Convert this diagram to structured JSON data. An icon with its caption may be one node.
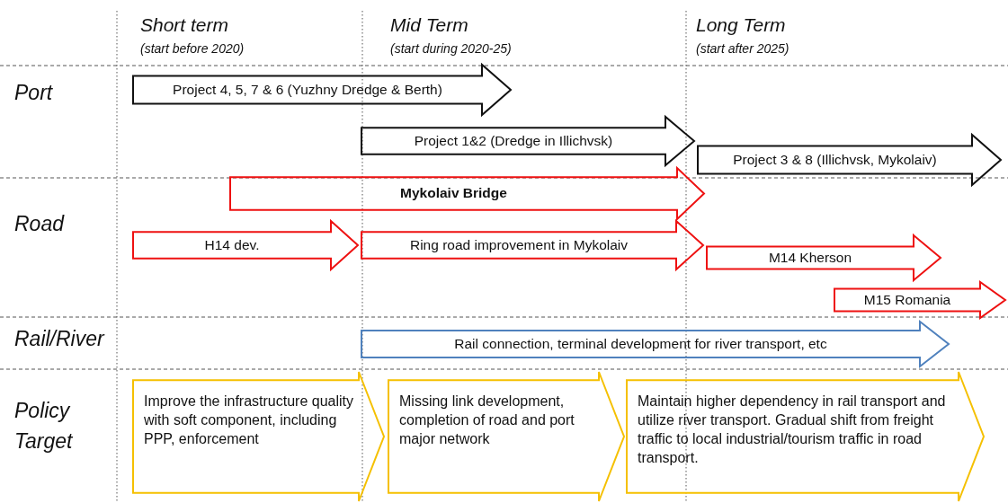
{
  "diagram": {
    "nodes": [
      {
        "text": [
          "Project 4, 5, 7 & 6 (Yuzhny Dredge & Berth)"
        ]
      },
      {
        "text": [
          "Project 1&2 (Dredge in Illichvsk)"
        ]
      },
      {
        "text": [
          "Project 3 & 8 (Illichvsk, Mykolaiv)"
        ]
      },
      {
        "text": [
          "Mykolaiv Bridge"
        ]
      },
      {
        "text": [
          "H14 dev."
        ]
      },
      {
        "text": [
          "Ring road improvement in Mykolaiv"
        ]
      },
      {
        "text": [
          "M14 Kherson"
        ]
      },
      {
        "text": [
          "M15 Romania"
        ]
      },
      {
        "text": [
          "Rail connection, terminal development for river transport, etc"
        ]
      },
      {
        "text": [
          "Improve the infrastructure quality with soft component, including PPP, enforcement"
        ]
      },
      {
        "text": [
          "Missing link development, completion of road and port major network"
        ]
      },
      {
        "text": [
          "Maintain higher dependency in rail transport and utilize river transport. Gradual shift from freight traffic to local industrial/tourism traffic in road transport."
        ]
      }
    ],
    "labels": [
      "Short term",
      "(start before 2020)",
      "Mid Term",
      "(start during 2020-25)",
      "Long Term",
      "(start after 2025)",
      "Port",
      "Road",
      "Rail/River",
      "Policy Target"
    ]
  }
}
